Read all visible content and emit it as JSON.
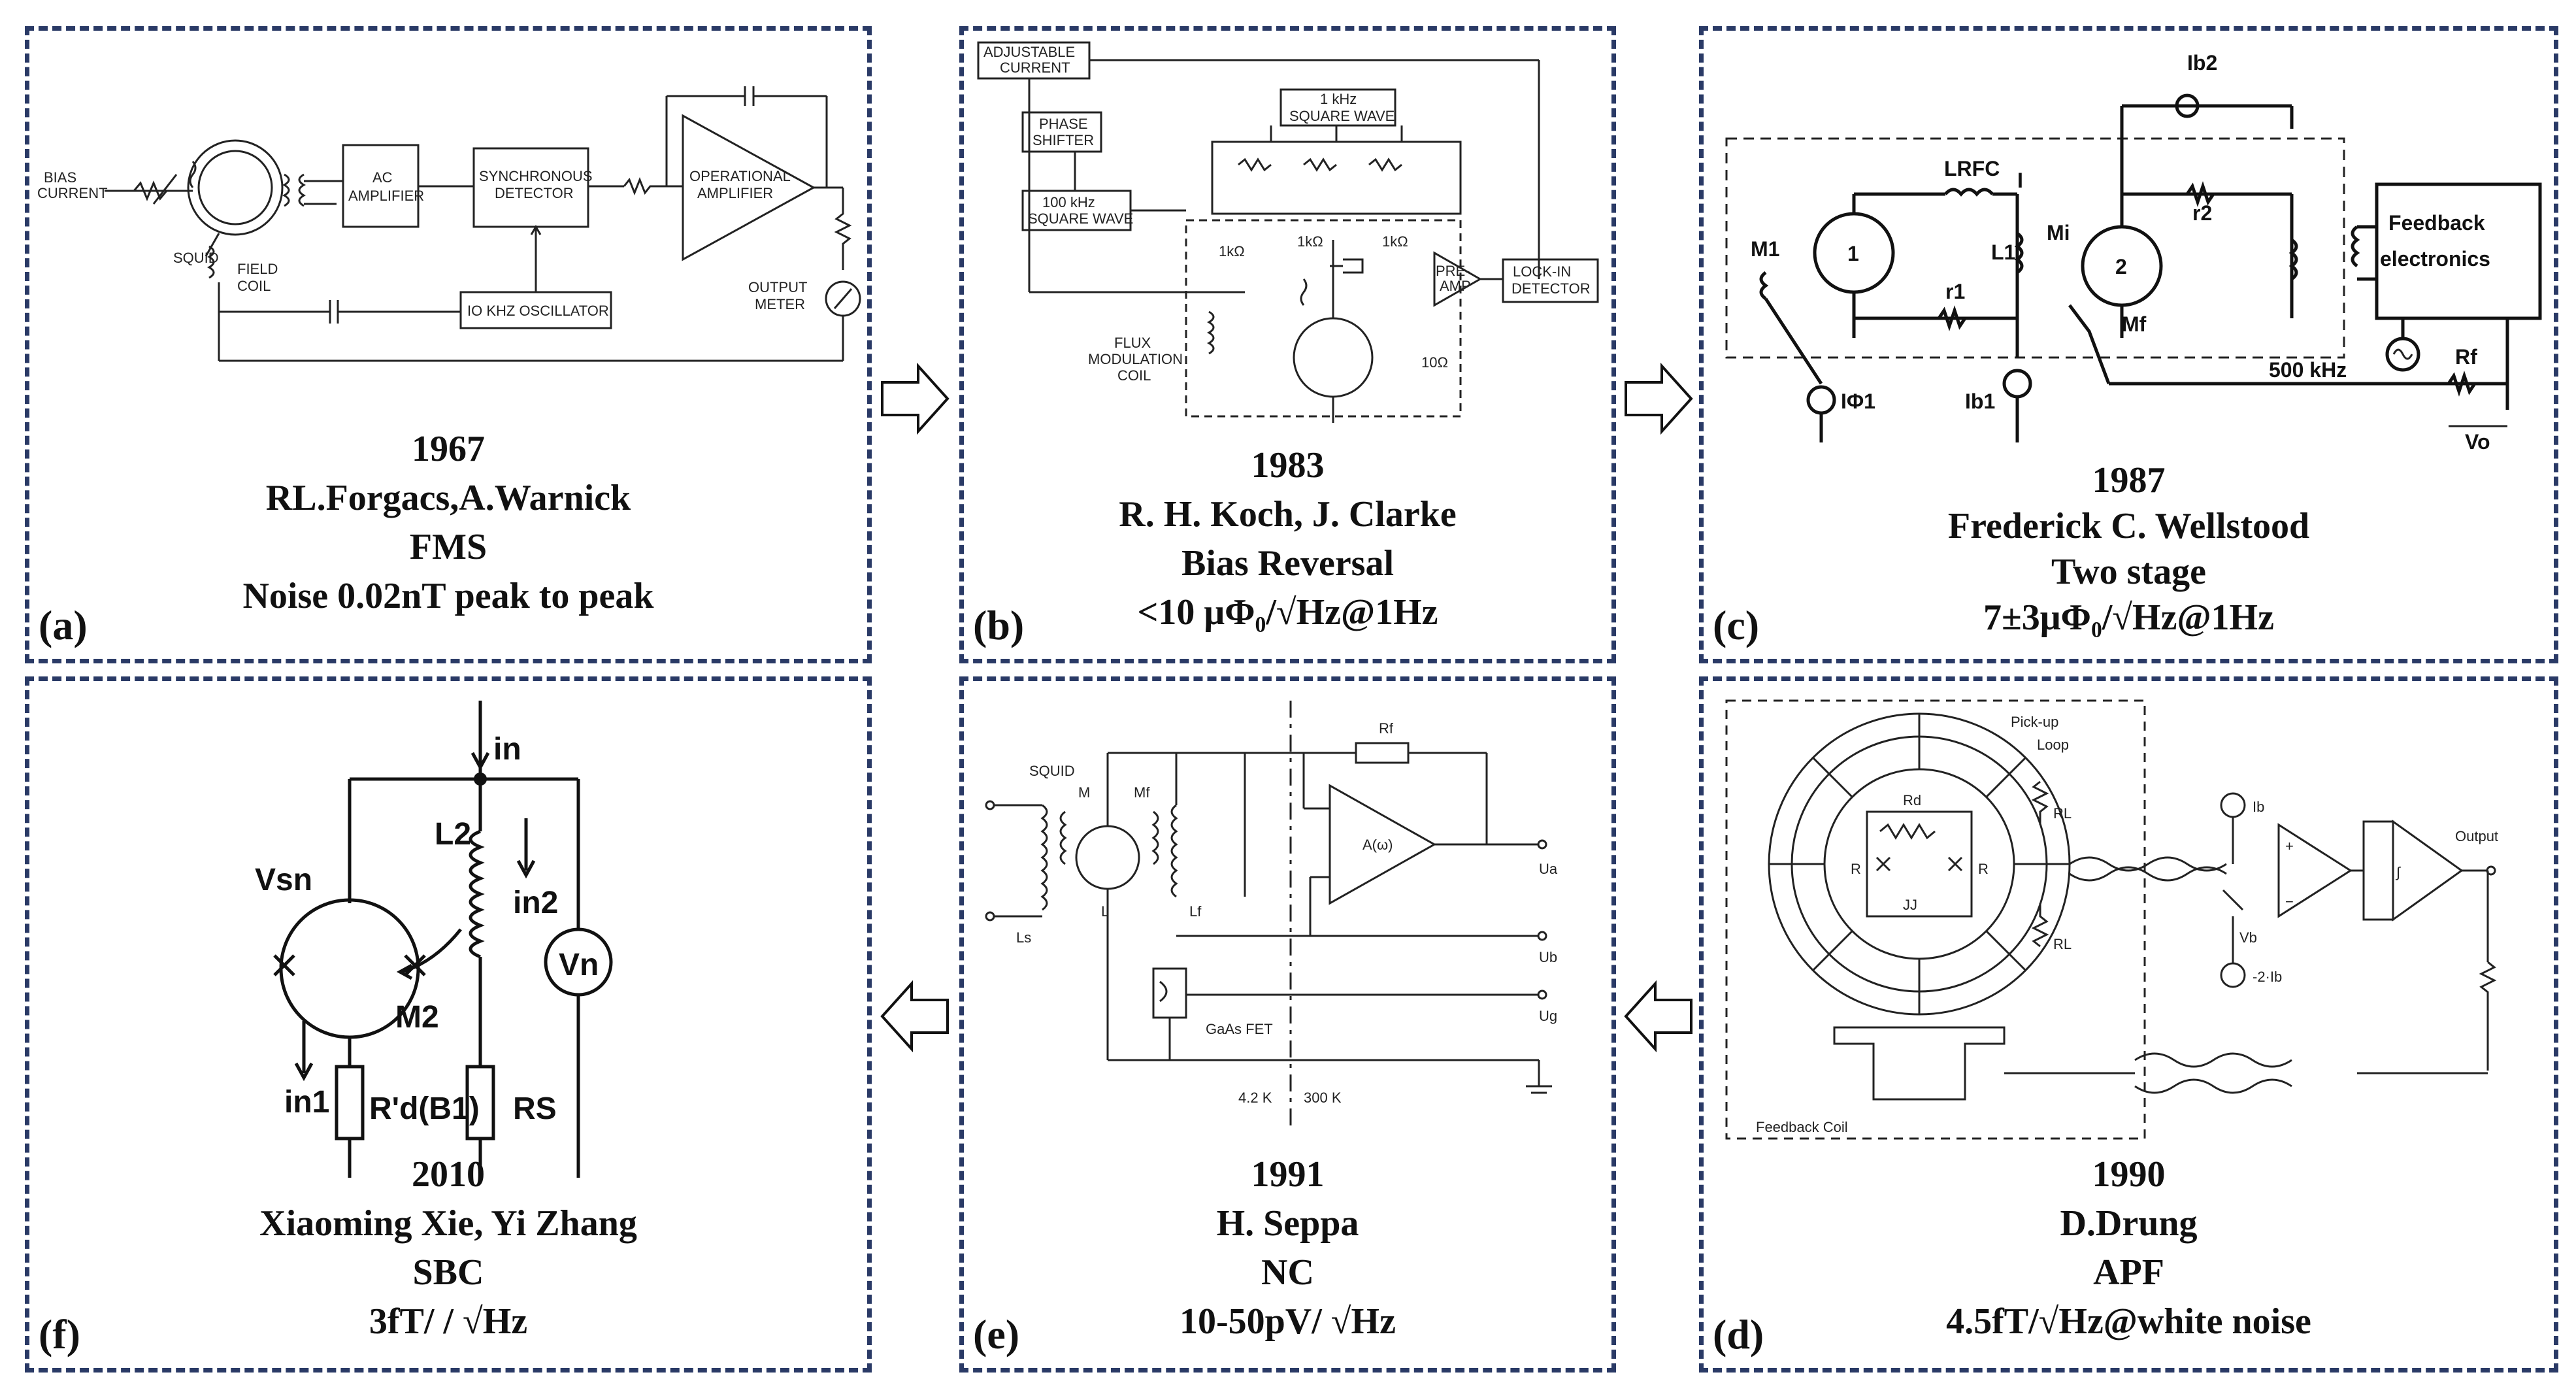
{
  "panels": {
    "a": {
      "tag": "(a)",
      "year": "1967",
      "authors": "RL.Forgacs,A.Warnick",
      "method": "FMS",
      "noise": "Noise 0.02nT peak to peak",
      "labels": {
        "bias": "BIAS",
        "current": "CURRENT",
        "squid": "SQUID",
        "ac_amp_1": "AC",
        "ac_amp_2": "AMPLIFIER",
        "sync_1": "SYNCHRONOUS",
        "sync_2": "DETECTOR",
        "opamp_1": "OPERATIONAL",
        "opamp_2": "AMPLIFIER",
        "field_1": "FIELD",
        "field_2": "COIL",
        "osc": "IO KHZ OSCILLATOR",
        "meter_1": "OUTPUT",
        "meter_2": "METER"
      }
    },
    "b": {
      "tag": "(b)",
      "year": "1983",
      "authors": "R. H. Koch, J. Clarke",
      "method": "Bias Reversal",
      "noise": "<10 μΦ₀/√Hz@1Hz",
      "labels": {
        "adj_1": "ADJUSTABLE",
        "adj_2": "CURRENT",
        "sq1k_1": "1 kHz",
        "sq1k_2": "SQUARE WAVE",
        "phase_1": "PHASE",
        "phase_2": "SHIFTER",
        "sq100k_1": "100 kHz",
        "sq100k_2": "SQUARE WAVE",
        "flux_1": "FLUX",
        "flux_2": "MODULATION",
        "flux_3": "COIL",
        "pre_1": "PRE-",
        "pre_2": "AMP",
        "lock_1": "LOCK-IN",
        "lock_2": "DETECTOR",
        "r1k_a": "1kΩ",
        "r1k_b": "1kΩ",
        "r1k_c": "1kΩ",
        "r10": "10Ω"
      }
    },
    "c": {
      "tag": "(c)",
      "year": "1987",
      "authors": "Frederick C. Wellstood",
      "method": "Two stage",
      "noise": "7±3μΦ₀/√Hz@1Hz",
      "labels": {
        "ib2": "Ib2",
        "lrfc": "LRFC",
        "i": "I",
        "m1": "M1",
        "s1": "1",
        "l1": "L1",
        "mi": "Mi",
        "s2": "2",
        "r2": "r2",
        "fb_1": "Feedback",
        "fb_2": "electronics",
        "r1": "r1",
        "mf": "Mf",
        "f500": "500 kHz",
        "iphi1": "IΦ1",
        "ib1": "Ib1",
        "rf": "Rf",
        "vo": "Vo"
      }
    },
    "d": {
      "tag": "(d)",
      "year": "1990",
      "authors": "D.Drung",
      "method": "APF",
      "noise": "4.5fT/√Hz@white noise",
      "labels": {
        "pickup_1": "Pick-up",
        "pickup_2": "Loop",
        "rd": "Rd",
        "r_left": "R",
        "r_right": "R",
        "jj": "JJ",
        "rl1": "RL",
        "rl2": "RL",
        "ib": "Ib",
        "vb": "Vb",
        "m2ib": "-2·Ib",
        "output": "Output",
        "integ": "∫",
        "fbcoil": "Feedback Coil"
      }
    },
    "e": {
      "tag": "(e)",
      "year": "1991",
      "authors": "H. Seppa",
      "method": "NC",
      "noise": "10-50pV/ √Hz",
      "labels": {
        "squid": "SQUID",
        "m": "M",
        "mf": "Mf",
        "rf": "Rf",
        "aw": "A(ω)",
        "ua": "Ua",
        "ub": "Ub",
        "ug": "Ug",
        "ls": "Ls",
        "l": "L",
        "lf": "Lf",
        "fet": "GaAs FET",
        "t42": "4.2 K",
        "t300": "300 K"
      }
    },
    "f": {
      "tag": "(f)",
      "year": "2010",
      "authors": "Xiaoming Xie, Yi Zhang",
      "method": "SBC",
      "noise": "3fT/ / √Hz",
      "labels": {
        "in": "in",
        "vsn": "Vsn",
        "l2": "L2",
        "in2": "in2",
        "vn": "Vn",
        "m2": "M2",
        "in1": "in1",
        "rd": "R'd(B1)",
        "rs": "RS"
      }
    }
  }
}
